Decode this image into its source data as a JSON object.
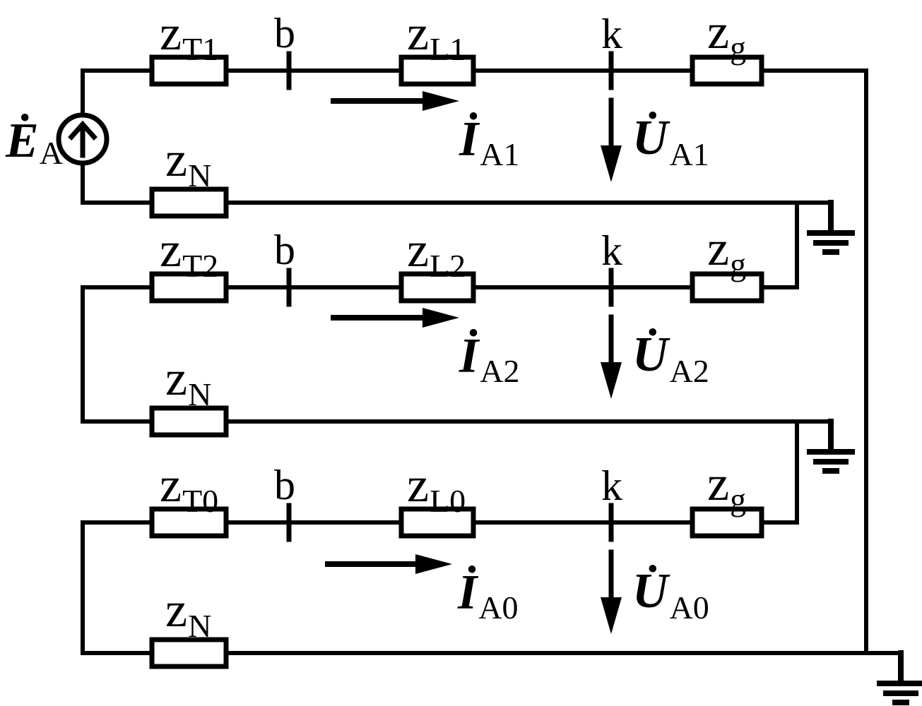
{
  "figure": {
    "kind": "sequence-network-circuit-diagram",
    "background_color": "#ffffff",
    "line_color": "#000000"
  },
  "source_label": {
    "base": "Ė",
    "sub": "A"
  },
  "networks": [
    {
      "transformer_impedance": {
        "base": "z",
        "sub": "T1"
      },
      "bus_node_label": "b",
      "line_impedance": {
        "base": "z",
        "sub": "L1"
      },
      "fault_node_label": "k",
      "fault_impedance": {
        "base": "z",
        "sub": "g"
      },
      "neutral_impedance": {
        "base": "z",
        "sub": "N"
      },
      "current_label": {
        "base": "İ",
        "sub": "A1"
      },
      "voltage_label": {
        "base": "U̇",
        "sub": "A1"
      }
    },
    {
      "transformer_impedance": {
        "base": "z",
        "sub": "T2"
      },
      "bus_node_label": "b",
      "line_impedance": {
        "base": "z",
        "sub": "L2"
      },
      "fault_node_label": "k",
      "fault_impedance": {
        "base": "z",
        "sub": "g"
      },
      "neutral_impedance": {
        "base": "z",
        "sub": "N"
      },
      "current_label": {
        "base": "İ",
        "sub": "A2"
      },
      "voltage_label": {
        "base": "U̇",
        "sub": "A2"
      }
    },
    {
      "transformer_impedance": {
        "base": "z",
        "sub": "T0"
      },
      "bus_node_label": "b",
      "line_impedance": {
        "base": "z",
        "sub": "L0"
      },
      "fault_node_label": "k",
      "fault_impedance": {
        "base": "z",
        "sub": "g"
      },
      "neutral_impedance": {
        "base": "z",
        "sub": "N"
      },
      "current_label": {
        "base": "İ",
        "sub": "A0"
      },
      "voltage_label": {
        "base": "U̇",
        "sub": "A0"
      }
    }
  ]
}
